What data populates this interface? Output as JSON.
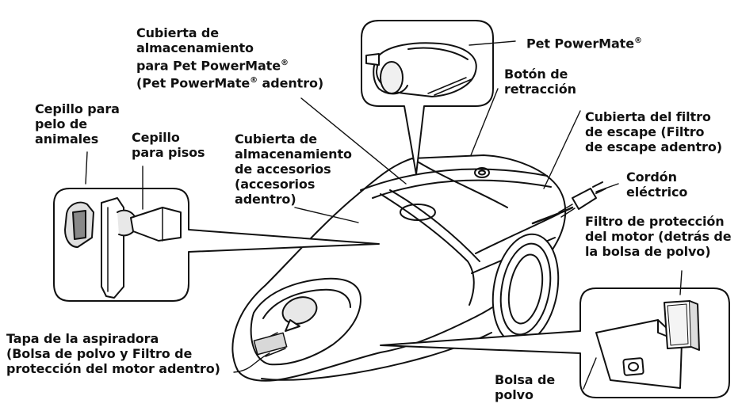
{
  "labels": {
    "pet_powermate": "Pet PowerMate",
    "boton_retraccion": "Botón de\nretracción",
    "cubierta_pet_l1": "Cubierta de",
    "cubierta_pet_l2": "almacenamiento",
    "cubierta_pet_l3": "para Pet PowerMate",
    "cubierta_pet_l4a": "(Pet PowerMate",
    "cubierta_pet_l4b": " adentro)",
    "registered": "®",
    "cepillo_animales": "Cepillo para\npelo de\nanimales",
    "cepillo_pisos": "Cepillo\npara pisos",
    "cubierta_accesorios": "Cubierta de\nalmacenamiento\nde accesorios\n(accesorios\nadentro)",
    "cubierta_filtro": "Cubierta del filtro\nde escape (Filtro\nde escape adentro)",
    "cordon": "Cordón\neléctrico",
    "filtro_motor": "Filtro de protección\ndel motor (detrás de\nla bolsa de polvo)",
    "tapa": "Tapa de la aspiradora\n(Bolsa de polvo y Filtro de\nprotección del motor adentro)",
    "bolsa": "Bolsa de\npolvo"
  }
}
